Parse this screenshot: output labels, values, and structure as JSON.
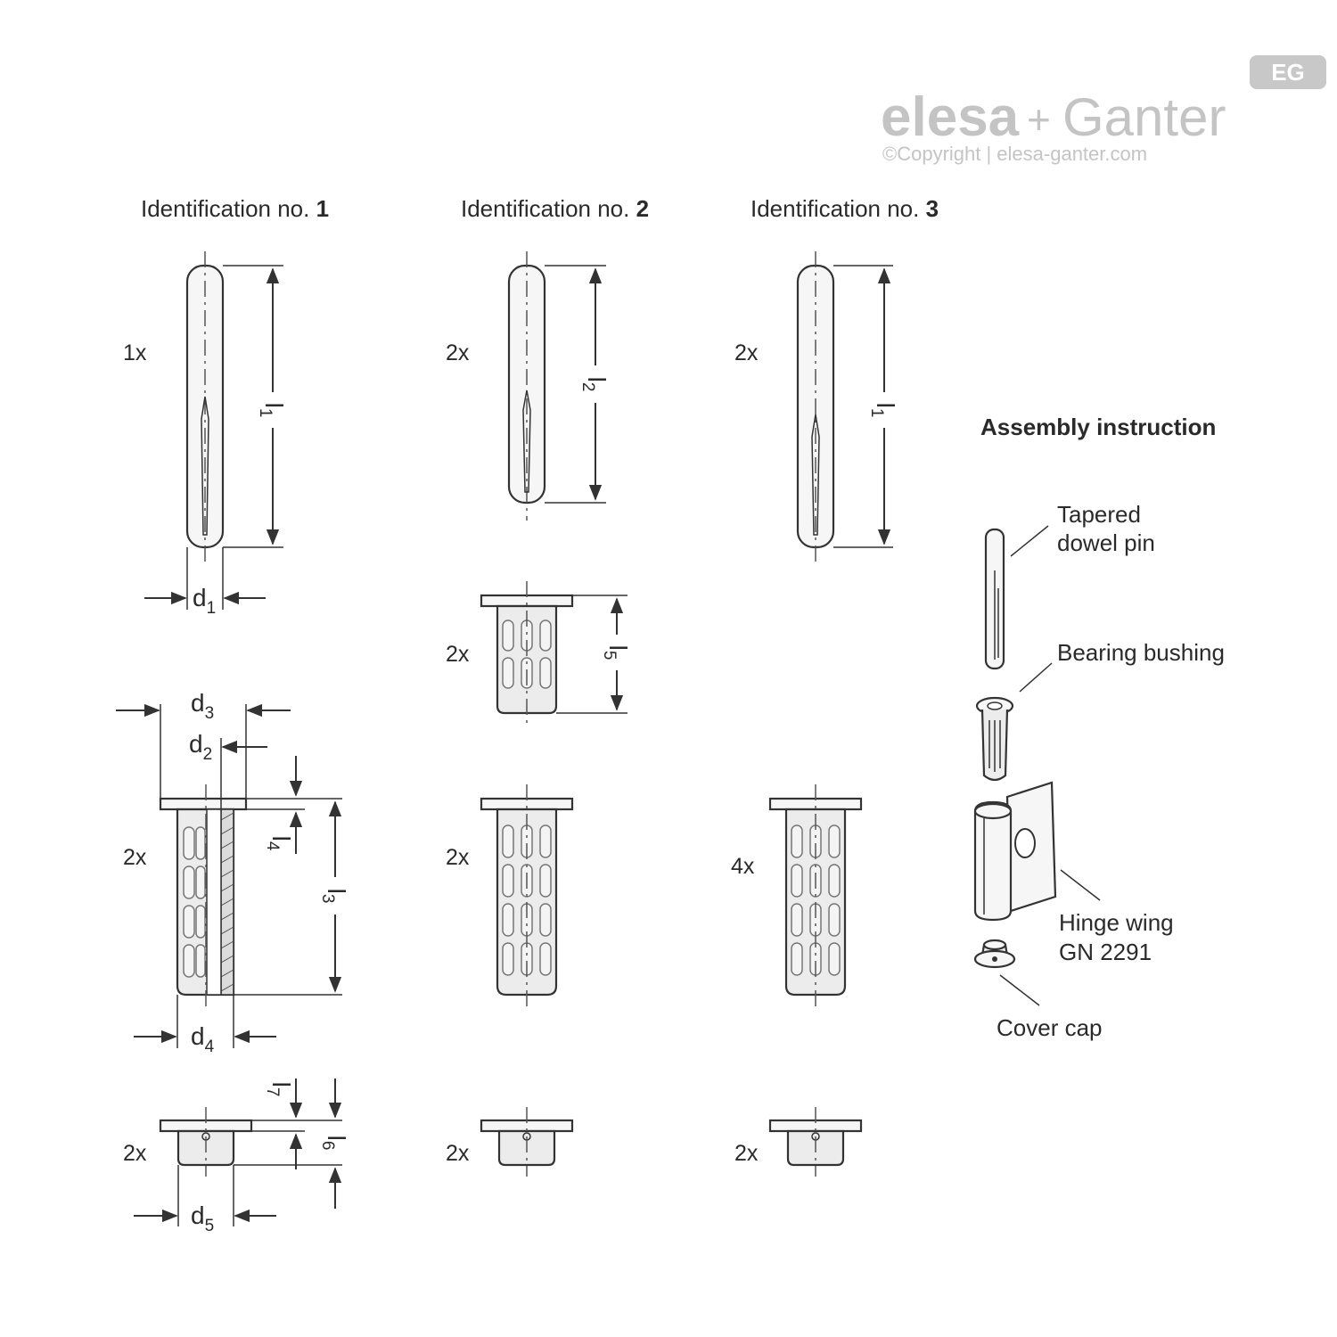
{
  "logo": {
    "brand_left": "elesa",
    "brand_plus": "+",
    "brand_right": "Ganter",
    "badge": "EG",
    "copyright": "©Copyright | elesa-ganter.com"
  },
  "columns": [
    {
      "label": "Identification no. ",
      "number": "1"
    },
    {
      "label": "Identification no. ",
      "number": "2"
    },
    {
      "label": "Identification no. ",
      "number": "3"
    }
  ],
  "quantities": {
    "col1_pin": "1x",
    "col2_pin": "2x",
    "col3_pin": "2x",
    "col2_short_bushing": "2x",
    "col1_bushing": "2x",
    "col2_bushing": "2x",
    "col3_bushing": "4x",
    "col1_cap": "2x",
    "col2_cap": "2x",
    "col3_cap": "2x"
  },
  "dimensions": {
    "d1": {
      "main": "d",
      "sub": "1"
    },
    "d2": {
      "main": "d",
      "sub": "2"
    },
    "d3": {
      "main": "d",
      "sub": "3"
    },
    "d4": {
      "main": "d",
      "sub": "4"
    },
    "d5": {
      "main": "d",
      "sub": "5"
    },
    "l1_col1": {
      "main": "l",
      "sub": "1"
    },
    "l2": {
      "main": "l",
      "sub": "2"
    },
    "l1_col3": {
      "main": "l",
      "sub": "1"
    },
    "l3": {
      "main": "l",
      "sub": "3"
    },
    "l4": {
      "main": "l",
      "sub": "4"
    },
    "l5": {
      "main": "l",
      "sub": "5"
    },
    "l6": {
      "main": "l",
      "sub": "6"
    },
    "l7": {
      "main": "l",
      "sub": "7"
    }
  },
  "assembly": {
    "title": "Assembly instruction",
    "pin_line1": "Tapered",
    "pin_line2": "dowel pin",
    "bushing": "Bearing bushing",
    "wing_line1": "Hinge wing",
    "wing_line2": "GN 2291",
    "cap": "Cover cap"
  }
}
